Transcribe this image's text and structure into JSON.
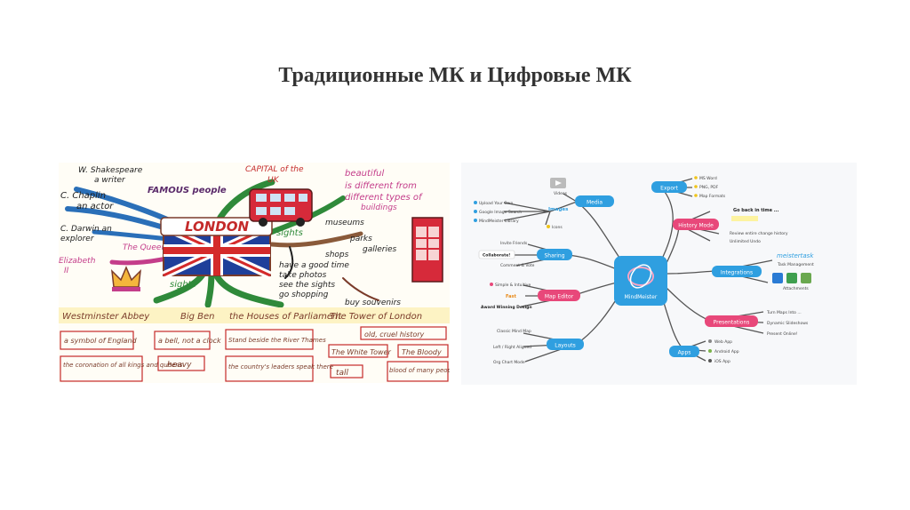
{
  "slide": {
    "title": "Традиционные МК и Цифровые МК"
  },
  "hand_map": {
    "center": "LONDON",
    "shakespeare": [
      "W. Shakespeare",
      "a writer"
    ],
    "chaplin": [
      "C. Chaplin",
      "an actor"
    ],
    "darwin": [
      "C. Darwin an",
      "explorer"
    ],
    "famous": "FAMOUS people",
    "queen": "The Queen",
    "elizabeth": [
      "Elizabeth",
      "II"
    ],
    "capital": [
      "CAPITAL of the",
      "UK"
    ],
    "beautiful": [
      "beautiful",
      "is different from",
      "different types of",
      "buildings"
    ],
    "sights_top": "sights",
    "places": [
      "museums",
      "parks",
      "galleries",
      "shops"
    ],
    "activities": [
      "have a good time",
      "take photos",
      "see the sights",
      "go shopping"
    ],
    "sights_bottom": "sights",
    "buy": "buy souvenirs",
    "landmarks": [
      "Westminster Abbey",
      "Big Ben",
      "the Houses of Parliament",
      "The Tower of London"
    ],
    "abbey_notes": [
      "a symbol of England",
      "the coronation of all kings and queens"
    ],
    "bigben_notes": [
      "a bell, not a clock",
      "heavy"
    ],
    "parliament_notes": [
      "Stand beside the River Thames",
      "the country's leaders speak there"
    ],
    "tower_notes": [
      "old, cruel history",
      "The White Tower",
      "tall",
      "The Bloody",
      "blood of many people"
    ]
  },
  "digital_map": {
    "center": "MindMeister",
    "branches": [
      {
        "label": "Media",
        "color": "#2f9fe0"
      },
      {
        "label": "Sharing",
        "color": "#2f9fe0"
      },
      {
        "label": "Map Editor",
        "color": "#e8487a"
      },
      {
        "label": "Layouts",
        "color": "#2f9fe0"
      },
      {
        "label": "Export",
        "color": "#2f9fe0"
      },
      {
        "label": "History Mode",
        "color": "#e8487a"
      },
      {
        "label": "Integrations",
        "color": "#2f9fe0"
      },
      {
        "label": "Presentations",
        "color": "#e8487a"
      },
      {
        "label": "Apps",
        "color": "#2f9fe0"
      }
    ],
    "media_items": [
      "Videos",
      "Images",
      "Upload Your Own",
      "Google Image Search",
      "MindMeister Library",
      "Icons"
    ],
    "sharing_items": [
      "Invite Friends",
      "Collaborate!",
      "Comment & Vote"
    ],
    "editor_items": [
      "Simple & Intuitive",
      "Fast",
      "Award Winning Design"
    ],
    "layout_items": [
      "Classic Mind Map",
      "Left / Right Aligned",
      "Org Chart Mode"
    ],
    "export_items": [
      "MS Word",
      "PNG, PDF",
      "Map Formats"
    ],
    "history_items": [
      "Go back in time ...",
      "Review entire change history",
      "Unlimited Undo"
    ],
    "integration_items": [
      "meistertask",
      "Task Management",
      "Attachments"
    ],
    "presentation_items": [
      "Turn Maps Into ...",
      "Dynamic Slideshows",
      "Present Online!"
    ],
    "app_items": [
      "Web App",
      "Android App",
      "iOS App"
    ],
    "accent_blue": "#2f9fe0",
    "accent_pink": "#e8487a",
    "accent_yellow": "#f0c419"
  }
}
